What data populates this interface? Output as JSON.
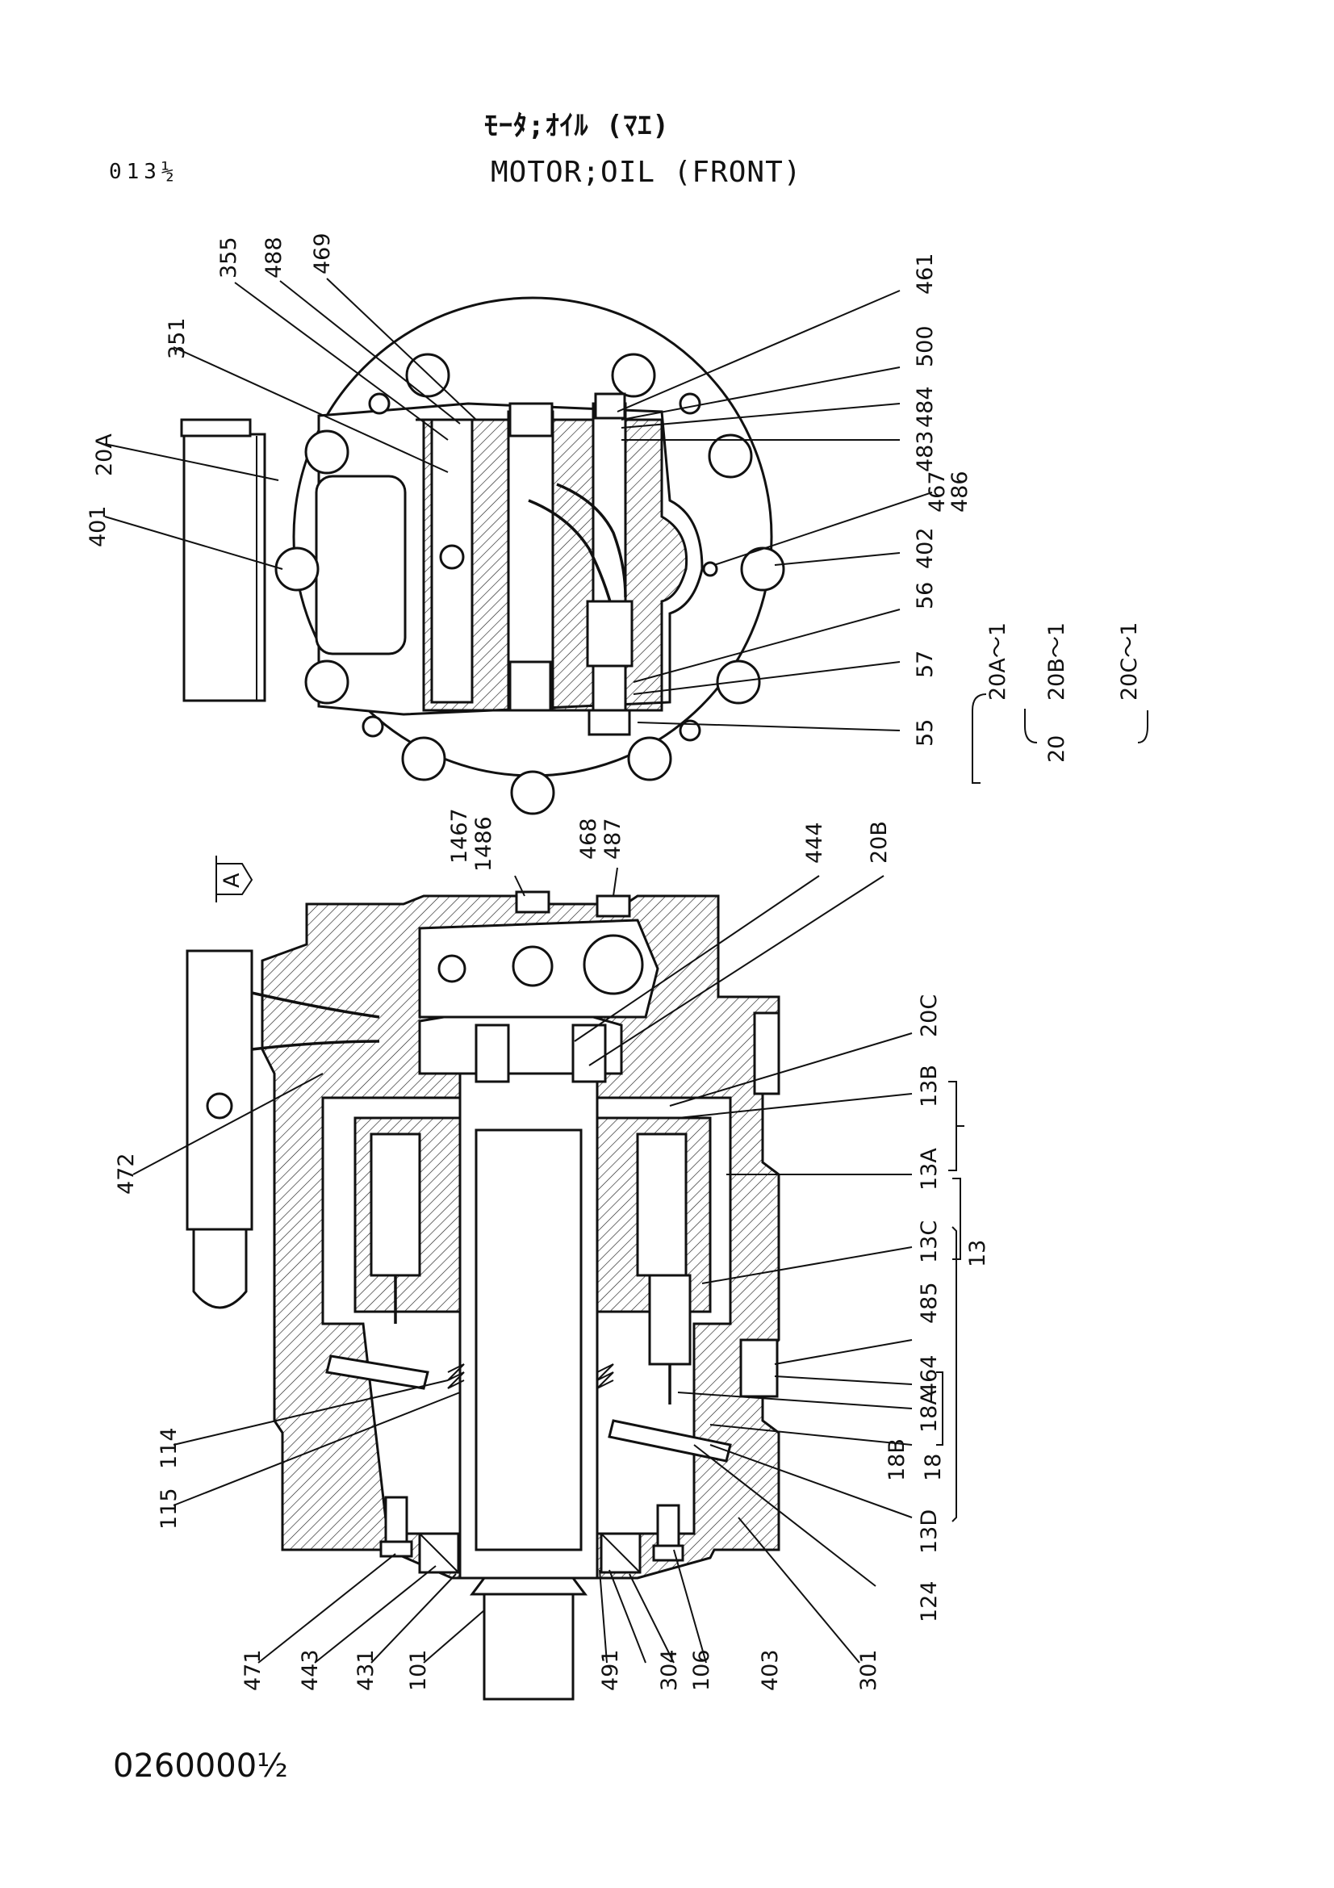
{
  "header": {
    "title_jp": "ﾓｰﾀ;ｵｲﾙ (ﾏｴ)",
    "title_en": "MOTOR;OIL (FRONT)",
    "page_ref": "013½"
  },
  "footer": {
    "doc_number": "0260000½"
  },
  "view_marker": "A",
  "labels": {
    "top_view": [
      "355",
      "488",
      "469",
      "351",
      "20A",
      "401",
      "461",
      "500",
      "484",
      "483",
      "467",
      "486",
      "402",
      "56",
      "57",
      "55"
    ],
    "kit": {
      "group": "20",
      "items": [
        "20A～1",
        "20B～1",
        "20C～1"
      ]
    },
    "section_view": [
      "1467",
      "1486",
      "468",
      "487",
      "444",
      "20B",
      "20C",
      "13B",
      "13A",
      "13C",
      "13",
      "472",
      "485",
      "464",
      "18A",
      "18",
      "18B",
      "13D",
      "114",
      "115",
      "124",
      "301",
      "403",
      "106",
      "304",
      "491",
      "101",
      "431",
      "443",
      "471"
    ]
  }
}
